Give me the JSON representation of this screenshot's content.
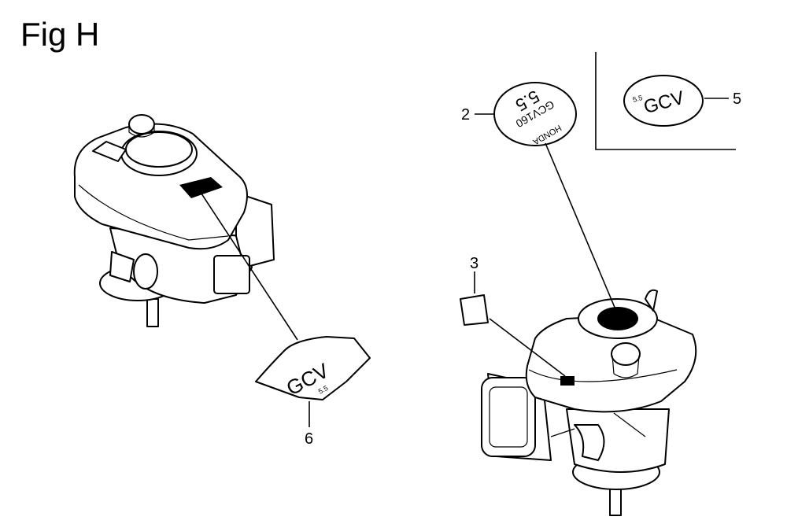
{
  "figure": {
    "title": "Fig H"
  },
  "callouts": [
    {
      "id": "2",
      "text": "2"
    },
    {
      "id": "3",
      "text": "3"
    },
    {
      "id": "5",
      "text": "5"
    },
    {
      "id": "6",
      "text": "6"
    }
  ],
  "decals": {
    "part2": {
      "brand": "HONDA",
      "model": "GCV160",
      "size": "5.5"
    },
    "part5": {
      "brand": "GCV",
      "size": "5.5"
    },
    "part6": {
      "brand": "GCV",
      "size": "5.5"
    }
  }
}
